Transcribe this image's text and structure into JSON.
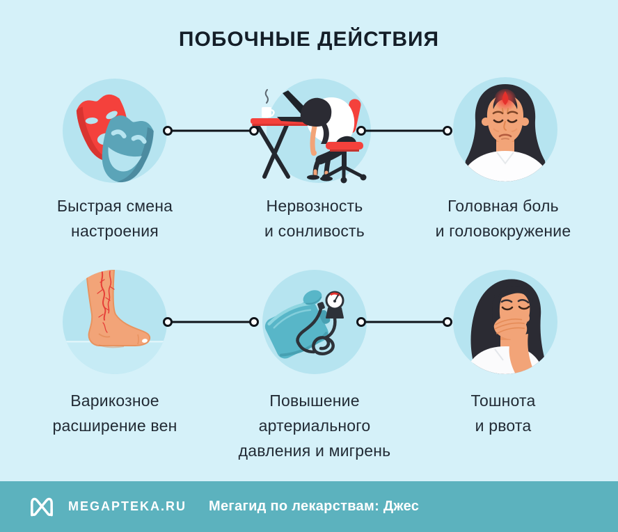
{
  "page": {
    "title": "ПОБОЧНЫЕ ДЕЙСТВИЯ"
  },
  "palette": {
    "bg": "#d5f1f9",
    "circle": "#b6e4f0",
    "title-color": "#141e28",
    "text": "#222b35",
    "line": "#0f141a",
    "footer-bg": "#5cb2be",
    "footer-text": "#ffffff",
    "red": "#f4413c",
    "red-dark": "#d93430",
    "teal-mask": "#5ba4b8",
    "teal-mask-dark": "#4c8ba0",
    "cuff": "#58b6c8",
    "cuff-light": "#8ed5e0",
    "skin": "#f2a478",
    "skin-dark": "#e1854f",
    "hair": "#2b2b33",
    "dark": "#23272e",
    "vein": "#e63f38",
    "floor": "#c6ebf5"
  },
  "items": [
    {
      "icon": "theater-masks-icon",
      "label": "Быстрая смена\nнастроения"
    },
    {
      "icon": "sleeping-at-desk-icon",
      "label": "Нервозность\nи сонливость"
    },
    {
      "icon": "headache-woman-icon",
      "label": "Головная боль\nи головокружение"
    },
    {
      "icon": "varicose-foot-icon",
      "label": "Варикозное\nрасширение вен"
    },
    {
      "icon": "blood-pressure-monitor-icon",
      "label": "Повышение\nартериального\nдавления и мигрень"
    },
    {
      "icon": "nausea-woman-icon",
      "label": "Тошнота\nи рвота"
    }
  ],
  "footer": {
    "brand": "MEGAPTEKA.RU",
    "caption": "Мегагид по лекарствам: Джес",
    "logo": "megapteka-m-logo-icon"
  }
}
